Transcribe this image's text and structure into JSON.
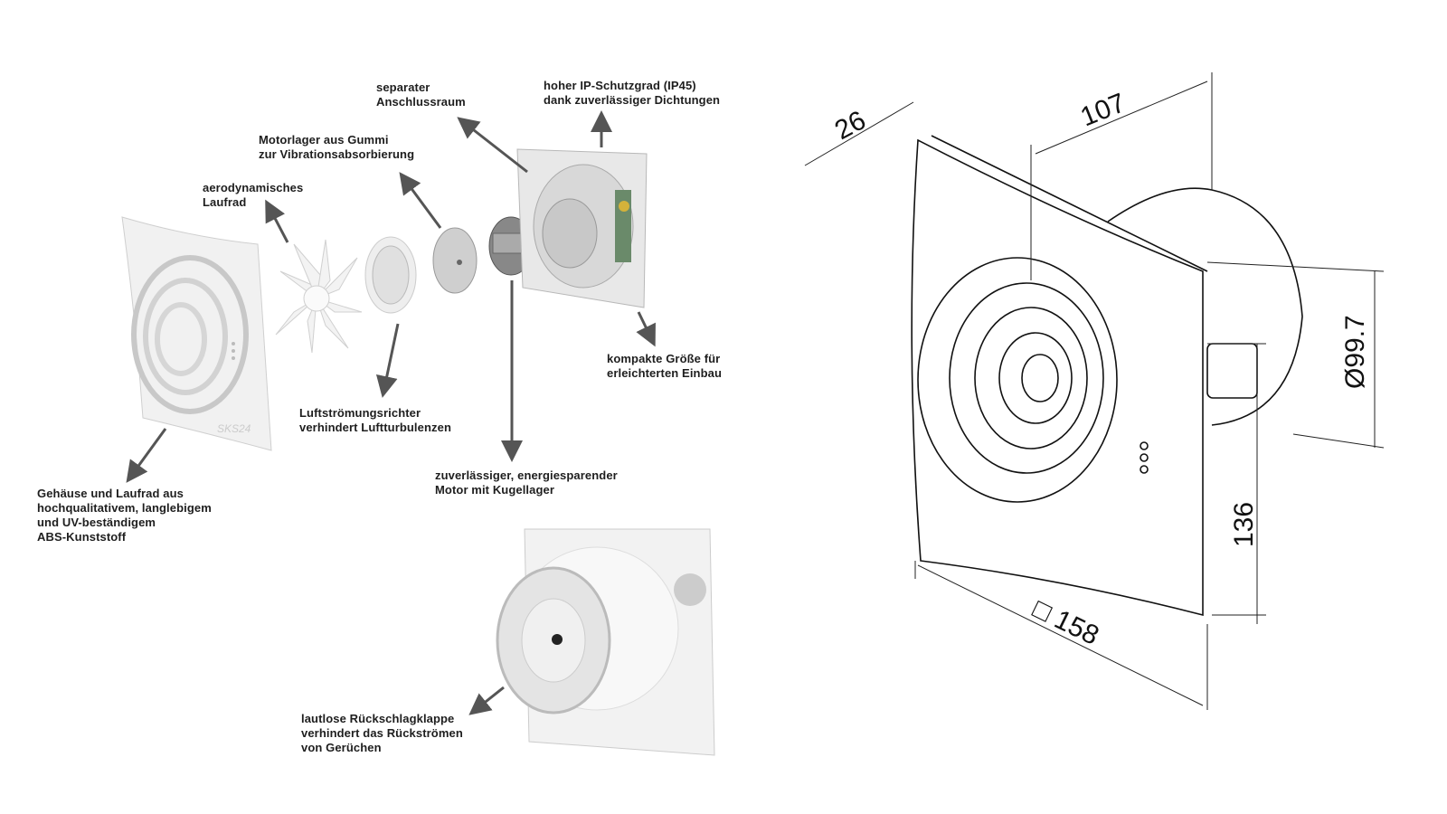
{
  "labels": {
    "connection_room": "separater\nAnschlussraum",
    "ip_rating": "hoher IP-Schutzgrad (IP45)\ndank zuverlässiger Dichtungen",
    "motor_mount": "Motorlager aus Gummi\nzur Vibrationsabsorbierung",
    "impeller": "aerodynamisches\nLaufrad",
    "compact": "kompakte Größe für\nerleichterten Einbau",
    "flow_straightener": "Luftströmungsrichter\nverhindert Luftturbulenzen",
    "housing": "Gehäuse und Laufrad aus\nhochqualitativem, langlebigem\nund UV-beständigem\nABS-Kunststoff",
    "motor": "zuverlässiger, energiesparender\nMotor mit Kugellager",
    "backdraft": "lautlose Rückschlagklappe\nverhindert das Rückströmen\nvon Gerüchen"
  },
  "brand": "SKS24",
  "dimensions": {
    "depth_front": "26",
    "depth_total": "107",
    "diameter": "Ø99.7",
    "height_axis": "136",
    "size": "□ 158"
  }
}
